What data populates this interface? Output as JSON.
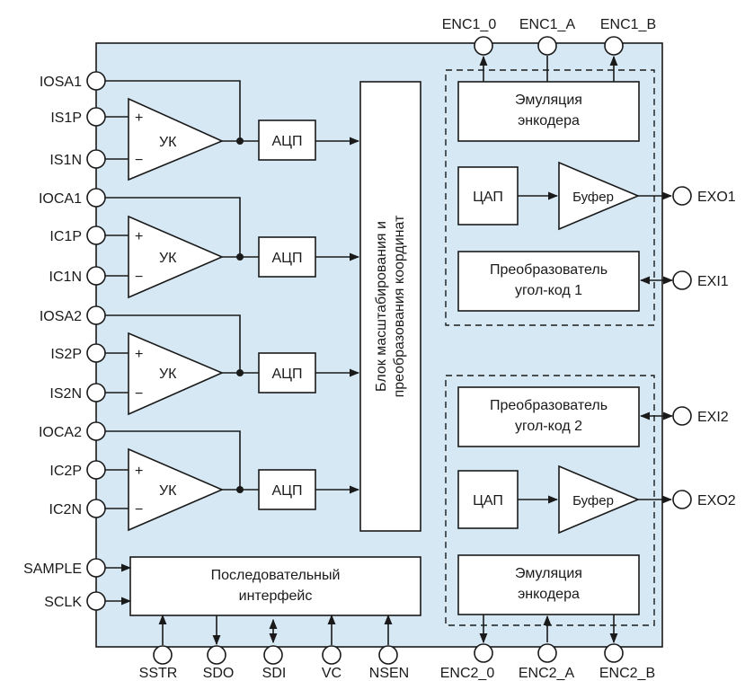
{
  "colors": {
    "chip_fill": "#d6e8f4",
    "stroke": "#1a1a1a",
    "block_fill": "#ffffff"
  },
  "left_pins": {
    "iosa1": "IOSA1",
    "is1p": "IS1P",
    "is1n": "IS1N",
    "ioca1": "IOCA1",
    "ic1p": "IC1P",
    "ic1n": "IC1N",
    "iosa2": "IOSA2",
    "is2p": "IS2P",
    "is2n": "IS2N",
    "ioca2": "IOCA2",
    "ic2p": "IC2P",
    "ic2n": "IC2N",
    "sample": "SAMPLE",
    "sclk": "SCLK"
  },
  "right_pins": {
    "exo1": "EXO1",
    "exi1": "EXI1",
    "exi2": "EXI2",
    "exo2": "EXO2"
  },
  "top_pins": {
    "enc1_0": "ENC1_0",
    "enc1_a": "ENC1_A",
    "enc1_b": "ENC1_B"
  },
  "bottom_pins": {
    "sstr": "SSTR",
    "sdo": "SDO",
    "sdi": "SDI",
    "vc": "VC",
    "nsen": "NSEN",
    "enc2_0": "ENC2_0",
    "enc2_a": "ENC2_A",
    "enc2_b": "ENC2_B"
  },
  "amplifier": {
    "label": "УК",
    "plus": "+",
    "minus": "−"
  },
  "adc_label": "АЦП",
  "scaling_block": {
    "line1": "Блок масштабирования и",
    "line2": "преобразования координат"
  },
  "serial_block": {
    "line1": "Последовательный",
    "line2": "интерфейс"
  },
  "emulation": {
    "line1": "Эмуляция",
    "line2": "энкодера"
  },
  "dac_label": "ЦАП",
  "buffer_label": "Буфер",
  "converter1": {
    "line1": "Преобразователь",
    "line2": "угол-код 1"
  },
  "converter2": {
    "line1": "Преобразователь",
    "line2": "угол-код 2"
  }
}
